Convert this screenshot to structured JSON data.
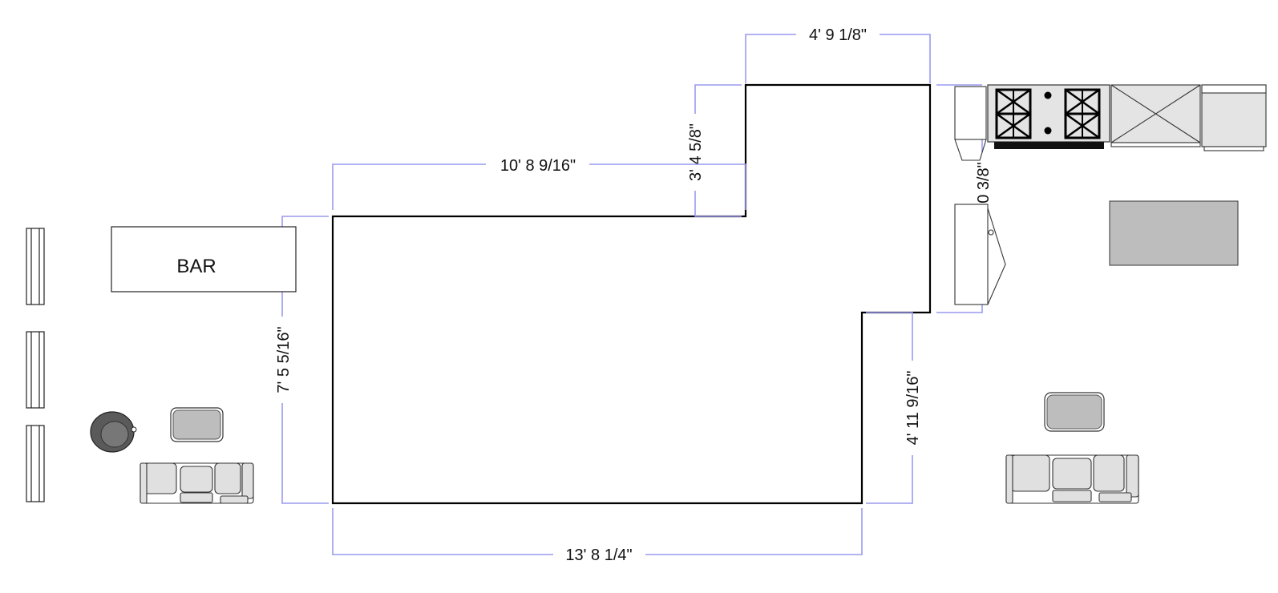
{
  "floor_plan": {
    "dimensions": {
      "top_width": "4' 9 1/8\"",
      "step_height": "3' 4 5/8\"",
      "upper_length": "10' 8 9/16\"",
      "left_height": "7' 5 5/16\"",
      "bottom_length": "13' 8 1/4\"",
      "right_lower_height": "4' 11 9/16\"",
      "right_partial": "0 3/8\""
    },
    "bar_label": "BAR"
  },
  "colors": {
    "dimension_line": "#9a9af0",
    "wall": "#000000",
    "furniture_fill": "#e0e0e0",
    "table_fill": "#bdbdbd"
  },
  "icons": [
    "chair-icon",
    "sofa-icon",
    "coffee-table-icon",
    "stove-icon",
    "fridge-icon",
    "door-icon"
  ]
}
